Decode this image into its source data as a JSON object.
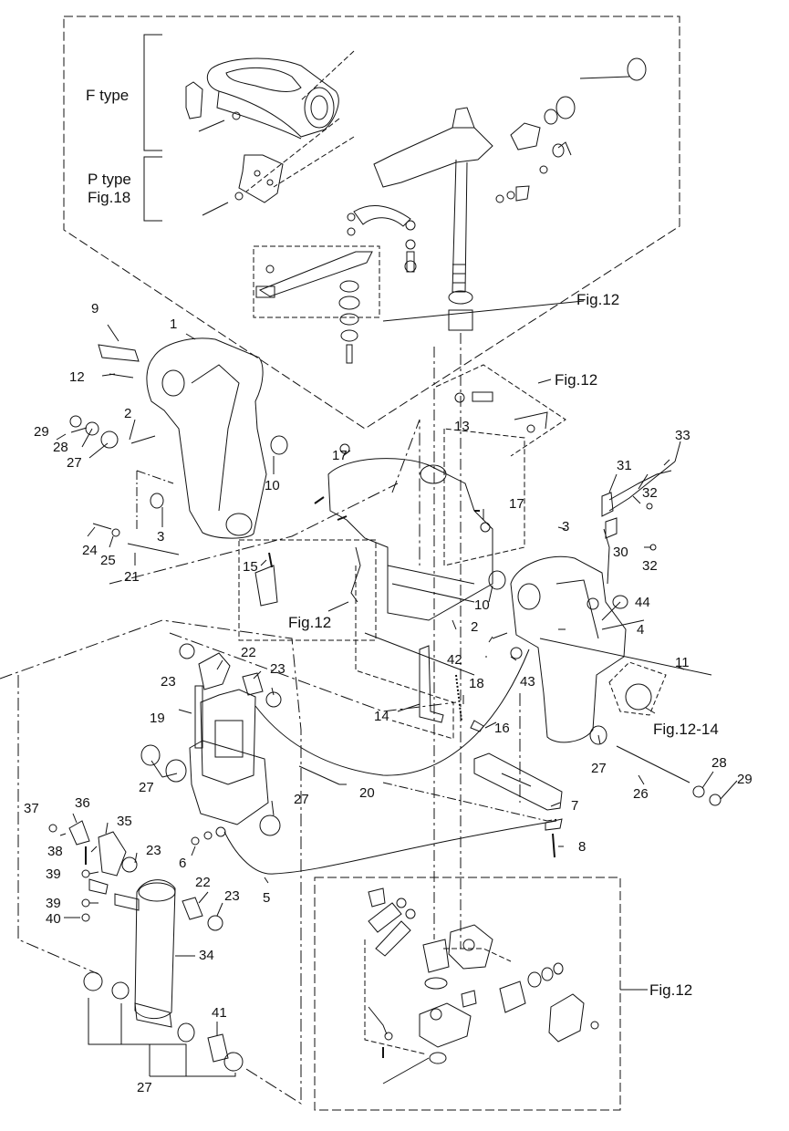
{
  "variants": {
    "f_type": "F type",
    "p_type": "P type",
    "p_type_ref": "Fig.18"
  },
  "references": {
    "fig12": "Fig.12",
    "fig12_14": "Fig.12-14"
  },
  "part_numbers": {
    "p1": "1",
    "p2": "2",
    "p3": "3",
    "p4": "4",
    "p5": "5",
    "p6": "6",
    "p7": "7",
    "p8": "8",
    "p9": "9",
    "p10": "10",
    "p11": "11",
    "p12": "12",
    "p13": "13",
    "p14": "14",
    "p15": "15",
    "p16": "16",
    "p17": "17",
    "p18": "18",
    "p19": "19",
    "p20": "20",
    "p21": "21",
    "p22": "22",
    "p23": "23",
    "p24": "24",
    "p25": "25",
    "p26": "26",
    "p27": "27",
    "p28": "28",
    "p29": "29",
    "p30": "30",
    "p31": "31",
    "p32": "32",
    "p33": "33",
    "p34": "34",
    "p35": "35",
    "p36": "36",
    "p37": "37",
    "p38": "38",
    "p39": "39",
    "p40": "40",
    "p41": "41",
    "p42": "42",
    "p43": "43",
    "p44": "44"
  }
}
